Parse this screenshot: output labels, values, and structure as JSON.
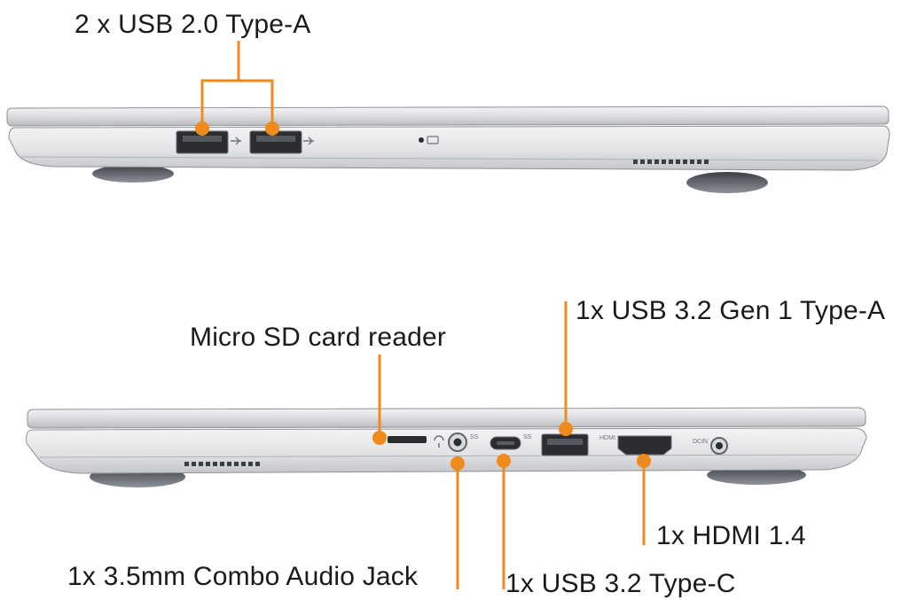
{
  "labels": {
    "usb20": "2 x USB 2.0 Type-A",
    "microsd": "Micro SD card reader",
    "usb32a": "1x USB 3.2 Gen 1 Type-A",
    "hdmi": "1x HDMI 1.4",
    "audio": "1x 3.5mm Combo Audio Jack",
    "usbc": "1x USB 3.2 Type-C"
  },
  "port_marks": {
    "ss_left": "SS",
    "ss_right": "SS",
    "hdmi": "HDMI",
    "dcin": "DCIN"
  },
  "colors": {
    "accent": "#f08a1c",
    "chassis_light": "#e9eaec",
    "chassis_mid": "#c9cbcf",
    "chassis_dark": "#7d8187",
    "port": "#2b2d31",
    "foot": "#4a4d55"
  }
}
